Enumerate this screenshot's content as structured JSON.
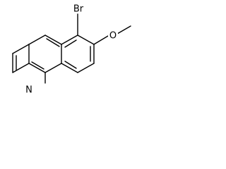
{
  "molecule": {
    "atoms": {
      "bromine": "Br",
      "oxygen": "O",
      "nitrogen": "N"
    }
  }
}
